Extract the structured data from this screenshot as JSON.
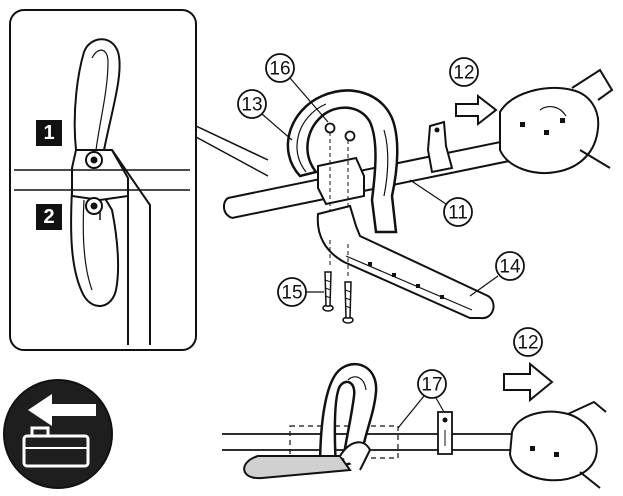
{
  "colors": {
    "line": "#111111",
    "fill": "#ffffff",
    "shade": "#cfcfcf",
    "dark": "#222222"
  },
  "inset": {
    "steps": [
      "1",
      "2"
    ]
  },
  "top_assembly": {
    "callouts": {
      "c16": "16",
      "c13": "13",
      "c12": "12",
      "c11": "11",
      "c14": "14",
      "c15": "15"
    },
    "arrow_icon": "arrow-right-icon"
  },
  "bottom_assembly": {
    "callouts": {
      "c17": "17",
      "c12": "12"
    },
    "arrow_icon": "arrow-right-icon"
  },
  "battery_badge": {
    "icon": "battery-remove-icon"
  }
}
